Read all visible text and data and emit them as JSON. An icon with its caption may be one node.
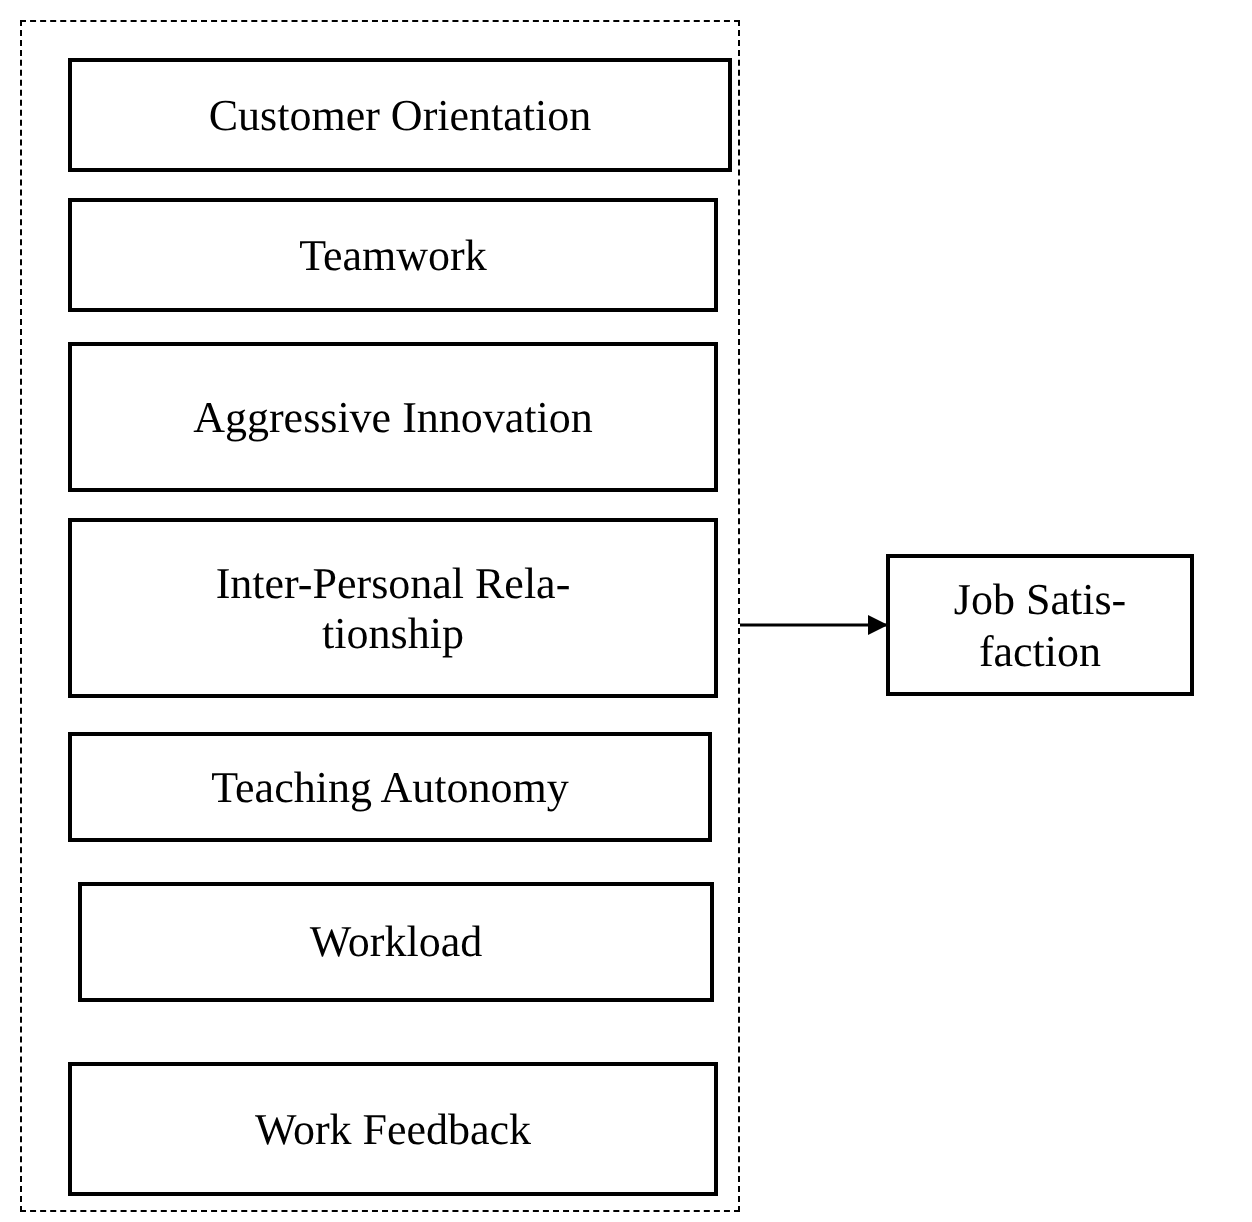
{
  "diagram": {
    "nodes": [
      {
        "text": [],
        "shape": "box"
      },
      {
        "text": [
          "Customer Orientation"
        ],
        "in": 0
      },
      {
        "text": [
          "Teamwork"
        ],
        "in": 0
      },
      {
        "text": [
          "Aggressive Innovation"
        ],
        "in": 0
      },
      {
        "text": [
          "Inter-Personal Rela- tionship"
        ],
        "in": 0
      },
      {
        "text": [
          "Teaching Autonomy"
        ],
        "in": 0
      },
      {
        "text": [
          "Workload"
        ],
        "in": 0
      },
      {
        "text": [
          "Work Feedback"
        ],
        "in": 0
      },
      {
        "text": [
          "Job Satis- faction"
        ]
      }
    ],
    "edges": [
      {
        "from": 0,
        "to": 8,
        "arrow": "to"
      }
    ]
  }
}
